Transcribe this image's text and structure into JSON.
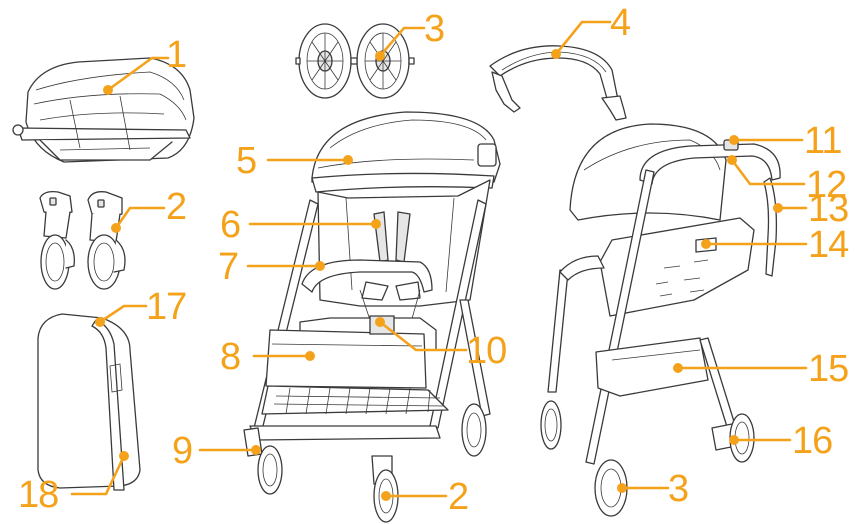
{
  "accent_color": "#F5A21B",
  "line_color": "#3a3a3a",
  "callouts": [
    {
      "num": "1",
      "part": "folded-stroller"
    },
    {
      "num": "2",
      "part": "front-wheel"
    },
    {
      "num": "3",
      "part": "rear-wheel"
    },
    {
      "num": "4",
      "part": "bumper-bar"
    },
    {
      "num": "5",
      "part": "canopy"
    },
    {
      "num": "6",
      "part": "harness-strap"
    },
    {
      "num": "7",
      "part": "bumper-bar-attached"
    },
    {
      "num": "8",
      "part": "basket-cover"
    },
    {
      "num": "9",
      "part": "front-wheel-swivel"
    },
    {
      "num": "10",
      "part": "buckle"
    },
    {
      "num": "11",
      "part": "fold-button"
    },
    {
      "num": "12",
      "part": "handle"
    },
    {
      "num": "13",
      "part": "wrist-strap"
    },
    {
      "num": "14",
      "part": "recline-adjuster"
    },
    {
      "num": "15",
      "part": "storage-basket"
    },
    {
      "num": "16",
      "part": "brake"
    },
    {
      "num": "17",
      "part": "carry-bag-strap"
    },
    {
      "num": "18",
      "part": "carry-bag"
    }
  ],
  "labels": {
    "l1": "1",
    "l2a": "2",
    "l2b": "2",
    "l3a": "3",
    "l3b": "3",
    "l4": "4",
    "l5": "5",
    "l6": "6",
    "l7": "7",
    "l8": "8",
    "l9": "9",
    "l10": "10",
    "l11": "11",
    "l12": "12",
    "l13": "13",
    "l14": "14",
    "l15": "15",
    "l16": "16",
    "l17": "17",
    "l18": "18"
  }
}
